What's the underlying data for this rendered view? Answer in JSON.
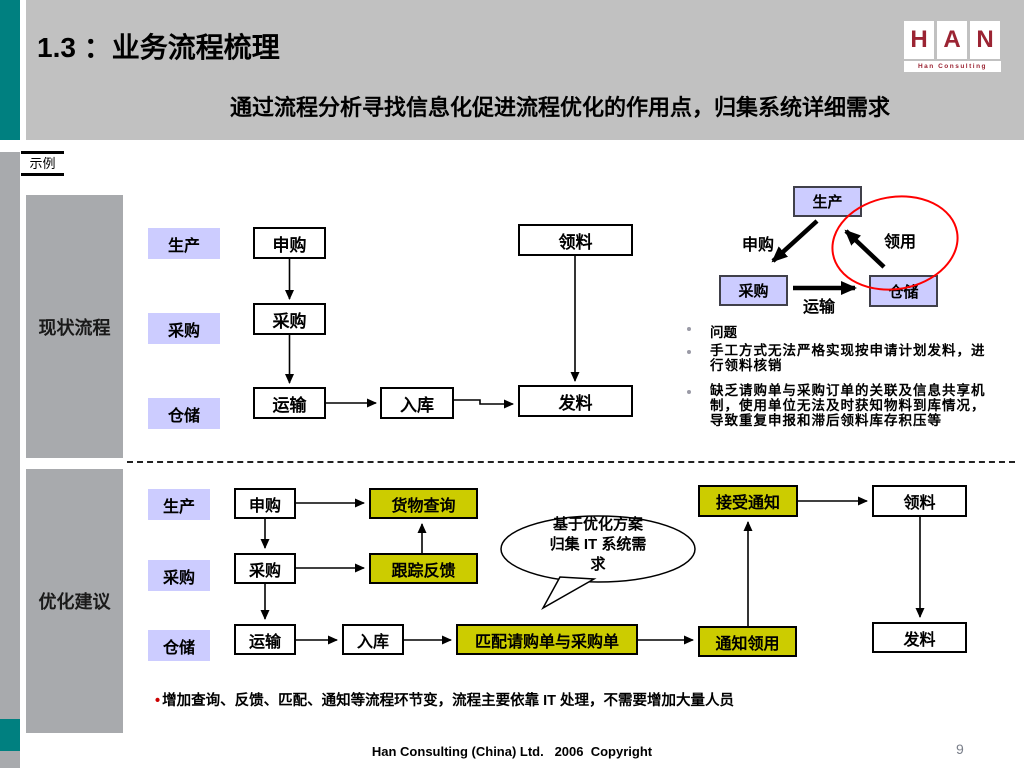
{
  "header": {
    "title": "1.3 ：业务流程梳理",
    "subtitle": "通过流程分析寻找信息化促进流程优化的作用点，归集系统详细需求",
    "logo": {
      "letters": [
        "H",
        "A",
        "N"
      ],
      "caption": "Han Consulting"
    }
  },
  "example_tag": "示例",
  "sections": {
    "current": "现状流程",
    "optimized": "优化建议"
  },
  "current_flow": {
    "rows": [
      "生产",
      "采购",
      "仓储"
    ],
    "boxes": {
      "shengou": "申购",
      "caigou": "采购",
      "yunshu": "运输",
      "ruku": "入库",
      "lingliao": "领料",
      "faliao": "发料"
    }
  },
  "mini_diagram": {
    "nodes": {
      "shengchan": "生产",
      "caigou": "采购",
      "cangchu": "仓储"
    },
    "edges": {
      "shengou": "申购",
      "lingyong": "领用",
      "yunshu": "运输"
    }
  },
  "problems": {
    "title": "问题",
    "items": [
      "手工方式无法严格实现按申请计划发料，进\n行领料核销",
      "缺乏请购单与采购订单的关联及信息共享机\n制，使用单位无法及时获知物料到库情况，\n导致重复申报和滞后领料库存积压等"
    ]
  },
  "optimized_flow": {
    "rows": [
      "生产",
      "采购",
      "仓储"
    ],
    "boxes": {
      "shengou": "申购",
      "caigou": "采购",
      "yunshu": "运输",
      "ruku": "入库",
      "huowu": "货物查询",
      "genzong": "跟踪反馈",
      "pipei": "匹配请购单与采购单",
      "tongzhi": "通知领用",
      "jieshou": "接受通知",
      "lingliao": "领料",
      "faliao": "发料"
    },
    "callout": "基于优化方案\n归集 IT 系统需\n求"
  },
  "bottom_note": {
    "bullet": "•",
    "text": "增加查询、反馈、匹配、通知等流程环节变，流程主要依靠 IT 处理，不需要增加大量人员"
  },
  "footer": {
    "copyright": "Han Consulting (China) Ltd.   2006  Copyright",
    "page": "9"
  },
  "colors": {
    "teal": "#008080",
    "header_gray": "#c1c1c1",
    "panel_gray": "#a8aaad",
    "lavender": "#ccccff",
    "yellow": "#cccc00",
    "logo_maroon": "#9b2433",
    "annotation_red": "#ff0000",
    "note_red": "#cc0000"
  }
}
